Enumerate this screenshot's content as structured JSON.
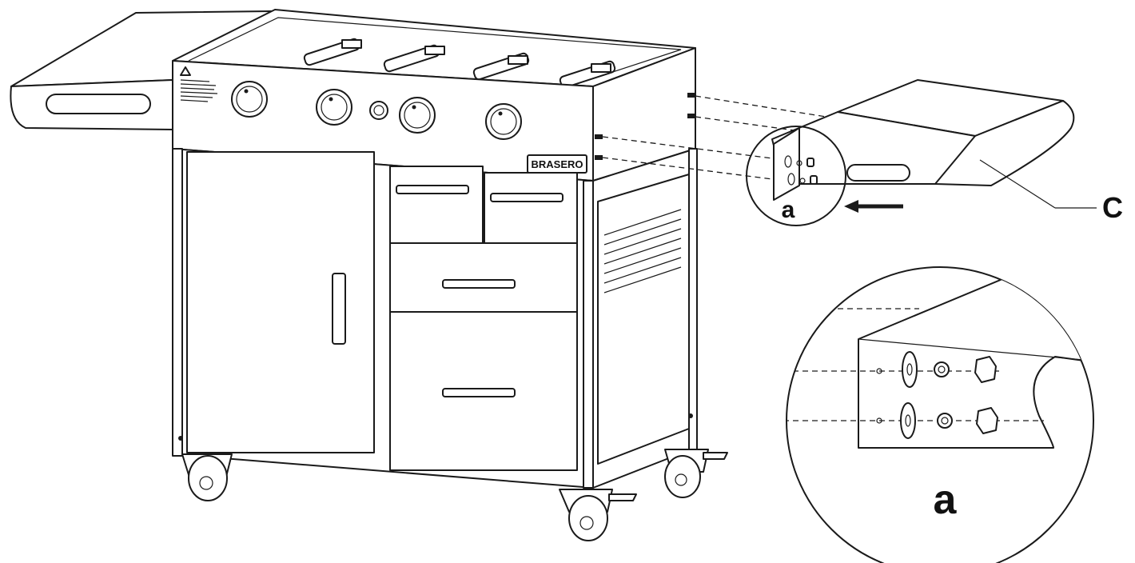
{
  "labels": {
    "part": "C",
    "detail_small": "a",
    "detail_large": "a"
  },
  "brand": {
    "logo_text": "BRASERO"
  },
  "colors": {
    "ink": "#1a1a1a",
    "background": "#ffffff",
    "shade": "#d9d9d9"
  },
  "icons": {
    "warning": "warning-triangle-icon",
    "arrow": "left-arrow-icon"
  }
}
